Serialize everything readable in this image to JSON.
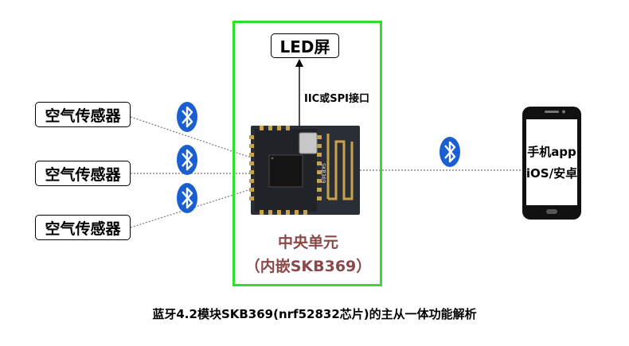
{
  "sensors": [
    {
      "label": "空气传感器"
    },
    {
      "label": "空气传感器"
    },
    {
      "label": "空气传感器"
    }
  ],
  "led": {
    "label": "LED屏"
  },
  "bus": {
    "label": "IIC或SPI接口"
  },
  "module": {
    "title": "中央单元",
    "subtitle": "（内嵌SKB369）",
    "chip_marking": "SKB369"
  },
  "phone": {
    "line1": "手机app",
    "line2": "iOS/安卓"
  },
  "caption": "蓝牙4.2模块SKB369(nrf52832芯片)的主从一体功能解析",
  "colors": {
    "frame": "#2ee02e",
    "bluetooth": "#1a5fd0",
    "unit_text": "#8a4848",
    "pcb": "#2a2e35"
  },
  "icons": [
    "bluetooth-icon",
    "phone-icon",
    "antenna-icon"
  ]
}
